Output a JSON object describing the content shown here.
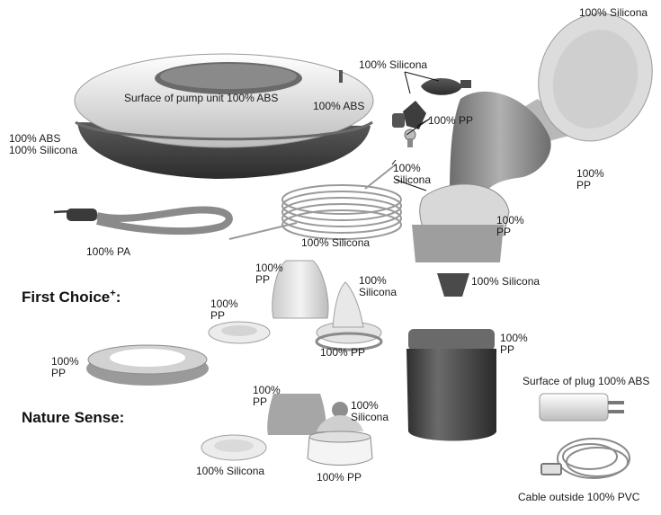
{
  "colors": {
    "dark": "#3d3d3d",
    "mid": "#8c8c8c",
    "light": "#d9d9d9",
    "white": "#ffffff",
    "text": "#1a1a1a"
  },
  "headings": {
    "first_choice": "First Choice",
    "first_choice_sup": "+",
    "first_choice_colon": ":",
    "nature_sense": "Nature Sense:"
  },
  "labels": {
    "funnel_silicona": "100% Silicona",
    "valve_silicona": "100% Silicona",
    "valve_pp": "100% PP",
    "pump_surface": "Surface of pump unit 100% ABS",
    "pump_abs": "100% ABS",
    "pump_base": "100% ABS\n100% Silicona",
    "tube_tip": "100%\nSilicona",
    "horn_pp": "100%\nPP",
    "body_pp": "100%\nPP",
    "strap_pa": "100% PA",
    "tube_silicona": "100% Silicona",
    "valve_cap_silicona": "100% Silicona",
    "fc_cap_pp": "100%\nPP",
    "fc_teat_silicona": "100%\nSilicona",
    "fc_disc_pp": "100%\nPP",
    "fc_collar_pp": "100% PP",
    "bottle_pp": "100%\nPP",
    "ring_pp": "100%\nPP",
    "plug": "Surface of plug 100% ABS",
    "ns_cap_pp": "100%\nPP",
    "ns_teat_silicona": "100%\nSilicona",
    "ns_disc_silicona": "100% Silicona",
    "ns_collar_pp": "100% PP",
    "cable": "Cable outside 100% PVC"
  }
}
